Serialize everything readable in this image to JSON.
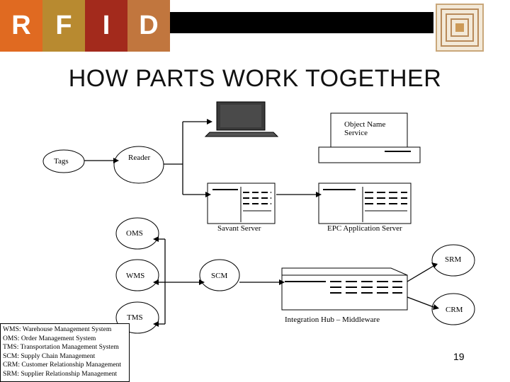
{
  "header": {
    "letters": [
      "R",
      "F",
      "I",
      "D"
    ],
    "colors": [
      "#e06a21",
      "#b88a30",
      "#a32a1c",
      "#c1763e"
    ]
  },
  "title": "HOW PARTS WORK TOGETHER",
  "diagram": {
    "tags": "Tags",
    "reader": "Reader",
    "object_name_service": [
      "Object Name",
      "Service"
    ],
    "savant_server": "Savant Server",
    "epc_server": "EPC Application Server",
    "oms": "OMS",
    "wms": "WMS",
    "tms": "TMS",
    "scm": "SCM",
    "srm": "SRM",
    "crm": "CRM",
    "integration_hub": "Integration Hub – Middleware"
  },
  "legend": [
    "WMS: Warehouse Management System",
    "OMS: Order Management System",
    "TMS: Transportation Management System",
    "SCM: Supply Chain Management",
    "CRM: Customer Relationship Management",
    "SRM: Supplier Relationship Management"
  ],
  "page_number": "19",
  "icons": [
    "rfid-logo-icon",
    "laptop-icon",
    "server-icon"
  ]
}
